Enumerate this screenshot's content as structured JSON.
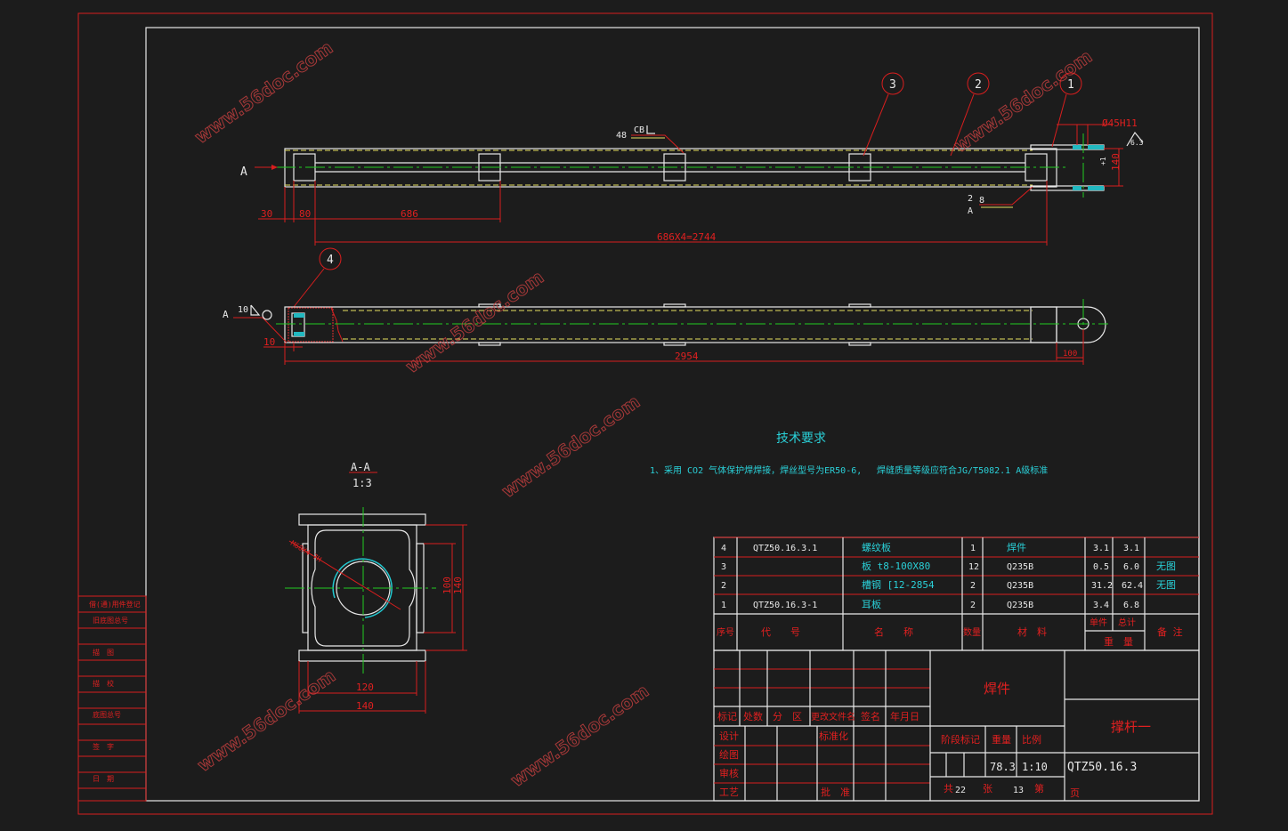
{
  "top_view": {
    "section_mark": "A",
    "dim_30": "30",
    "dim_80": "80",
    "dim_686": "686",
    "dim_total": "686X4=2744",
    "weld_left": {
      "size": "48",
      "symbol": "CB"
    },
    "weld_right": {
      "num": "2",
      "size": "8",
      "ref": "A"
    },
    "bore": "Ø45H11",
    "roughness": "6.3",
    "dim_140": "140",
    "tol": "+1"
  },
  "balloons": [
    "1",
    "2",
    "3",
    "4"
  ],
  "front_view": {
    "section_mark": "A",
    "weld_size": "10",
    "dim_10": "10",
    "dim_total": "2954",
    "dim_100": "100"
  },
  "section_view": {
    "title": "A-A",
    "scale": "1:3",
    "thread": "M60X4-7H",
    "dim_100": "100",
    "dim_140v": "140",
    "dim_120": "120",
    "dim_140h": "140"
  },
  "tech_notes": {
    "title": "技术要求",
    "line": "1、采用 CO2 气体保护焊焊接，焊丝型号为ER50-6,",
    "line_b": "焊缝质量等级应符合JG/T5082.1 A级标准"
  },
  "parts": [
    {
      "no": "4",
      "code": "QTZ50.16.3.1",
      "name": "螺纹板",
      "qty": "1",
      "material": "焊件",
      "unit": "3.1",
      "total": "3.1",
      "note": ""
    },
    {
      "no": "3",
      "code": "",
      "name": "板 t8-100X80",
      "qty": "12",
      "material": "Q235B",
      "unit": "0.5",
      "total": "6.0",
      "note": "无图"
    },
    {
      "no": "2",
      "code": "",
      "name": "槽钢 [12-2854",
      "qty": "2",
      "material": "Q235B",
      "unit": "31.2",
      "total": "62.4",
      "note": "无图"
    },
    {
      "no": "1",
      "code": "QTZ50.16.3-1",
      "name": "耳板",
      "qty": "2",
      "material": "Q235B",
      "unit": "3.4",
      "total": "6.8",
      "note": ""
    }
  ],
  "parts_header": {
    "no": "序号",
    "code": "代　　号",
    "name": "名　　称",
    "qty": "数量",
    "material": "材　料",
    "unit": "单件",
    "total": "总计",
    "weight": "重　量",
    "note": "备 注"
  },
  "title_block": {
    "mark": "标记",
    "count": "处数",
    "zone": "分　区",
    "doc": "更改文件名",
    "sign": "签名",
    "date": "年月日",
    "design": "设计",
    "std": "标准化",
    "draw": "绘图",
    "check": "审核",
    "process": "工艺",
    "approve": "批　准",
    "material": "焊件",
    "stage": "阶段标记",
    "weight_label": "重量",
    "scale_label": "比例",
    "weight": "78.3",
    "scale": "1:10",
    "total_label": "共",
    "total_sheets": "22",
    "sheet_label": "张",
    "sheet_no": "13",
    "page_label": "第",
    "page_suffix": "页",
    "part_name": "撑杆一",
    "drawing_no": "QTZ50.16.3"
  },
  "sidebar": [
    "借(通)用件登记",
    "旧底图总号",
    "描　图",
    "描　校",
    "底图总号",
    "签　字",
    "日　期"
  ],
  "watermark": "www.56doc.com"
}
